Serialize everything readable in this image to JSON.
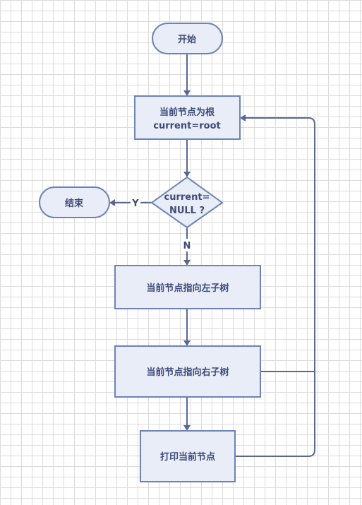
{
  "nodes": {
    "start": "开始",
    "set_root_line1": "当前节点为根",
    "set_root_line2": "current=root",
    "decision_line1": "current=",
    "decision_line2": "NULL ?",
    "end": "结束",
    "go_left": "当前节点指向左子树",
    "go_right": "当前节点指向右子树",
    "print": "打印当前节点"
  },
  "edges": {
    "yes_label": "Y",
    "no_label": "N"
  }
}
